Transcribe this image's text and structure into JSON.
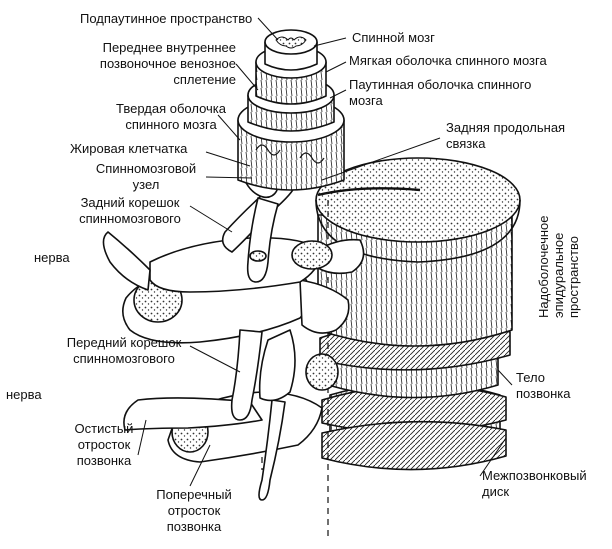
{
  "labels": {
    "subarachnoid_space": "Подпаутинное пространство",
    "spinal_cord": "Спинной мозг",
    "anterior_venous_plexus": "Переднее внутреннее\nпозвоночное венозное\nсплетение",
    "pia_mater": "Мягкая оболочка спинного мозга",
    "arachnoid": "Паутинная оболочка спинного\nмозга",
    "dura_mater": "Твердая оболочка\nспинного мозга",
    "posterior_longitudinal_ligament": "Задняя продольная\nсвязка",
    "fat_tissue": "Жировая клетчатка",
    "spinal_ganglion": "Спинномозговой\nузел",
    "posterior_root": "Задний корешок\nспинномозгового",
    "nerve_1": "нерва",
    "epidural_space": "Надоболочечное\nэпидуральное\nпространство",
    "anterior_root": "Передний корешок\nспинномозгового",
    "nerve_2": "нерва",
    "vertebral_body": "Тело\nпозвонка",
    "spinous_process": "Остистый\nотросток\nпозвонка",
    "transverse_process": "Поперечный\nотросток\nпозвонка",
    "intervertebral_disc": "Межпозвонковый\nдиск"
  },
  "colors": {
    "ink": "#111111",
    "paper": "#ffffff",
    "stipple": "#555555"
  }
}
